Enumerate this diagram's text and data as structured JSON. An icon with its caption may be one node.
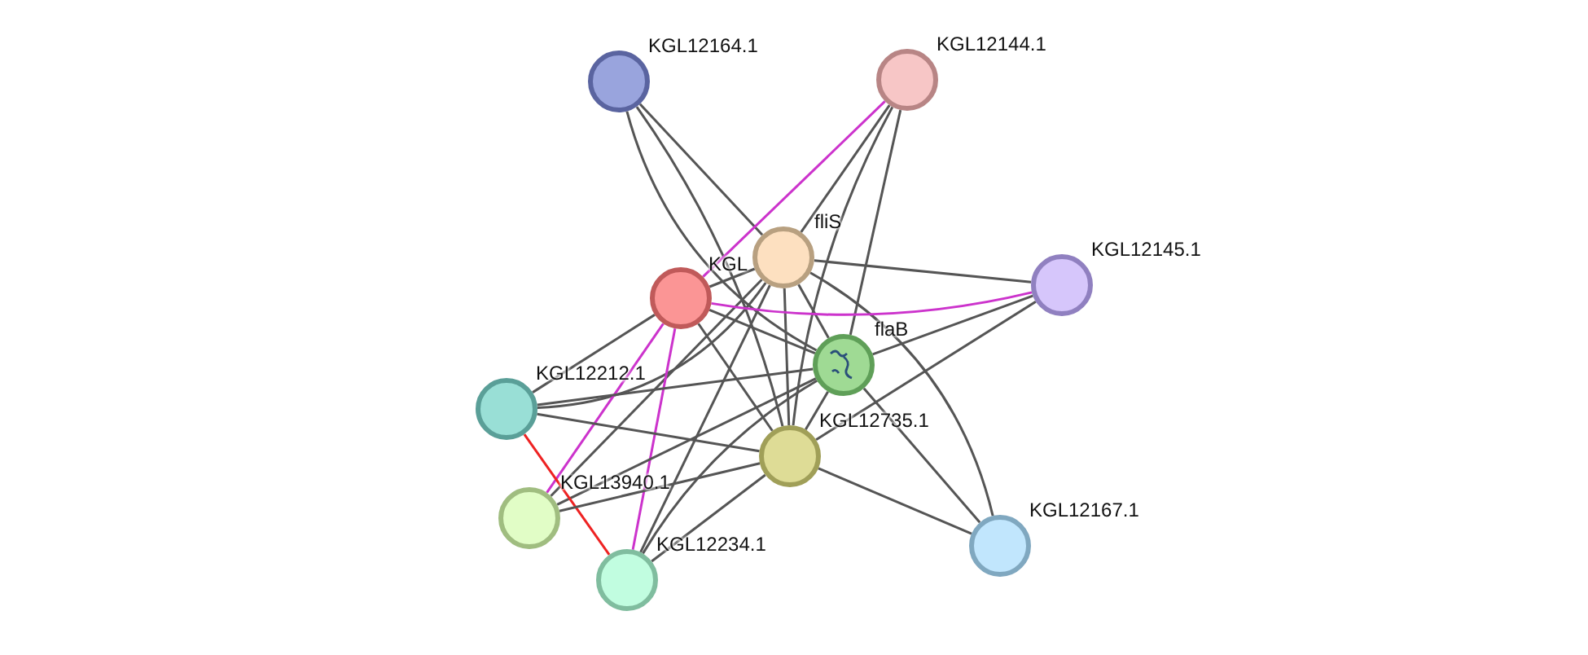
{
  "diagram": {
    "nodes": [
      {
        "text": [
          "KGL12164.1"
        ]
      },
      {
        "text": [
          "KGL12144.1"
        ]
      },
      {
        "text": [
          "fliS"
        ]
      },
      {
        "text": [
          "KGL"
        ]
      },
      {
        "text": [
          "KGL12145.1"
        ]
      },
      {
        "text": [
          "flaB"
        ]
      },
      {
        "text": [
          "KGL12212.1"
        ]
      },
      {
        "text": [
          "KGL12735.1"
        ]
      },
      {
        "text": [
          "KGL13940.1"
        ]
      },
      {
        "text": [
          "KGL12234.1"
        ]
      },
      {
        "text": [
          "KGL12167.1"
        ]
      }
    ],
    "edges": [
      {
        "from": 0,
        "to": 2,
        "arrow": "none"
      },
      {
        "from": 0,
        "to": 5,
        "arrow": "none"
      },
      {
        "from": 0,
        "to": 7,
        "arrow": "none"
      },
      {
        "from": 1,
        "to": 2,
        "arrow": "none"
      },
      {
        "from": 1,
        "to": 3,
        "arrow": "none",
        "color": "#cc33cc"
      },
      {
        "from": 1,
        "to": 5,
        "arrow": "none"
      },
      {
        "from": 1,
        "to": 7,
        "arrow": "none"
      },
      {
        "from": 2,
        "to": 3,
        "arrow": "none"
      },
      {
        "from": 2,
        "to": 4,
        "arrow": "none"
      },
      {
        "from": 2,
        "to": 5,
        "arrow": "none"
      },
      {
        "from": 2,
        "to": 6,
        "arrow": "none"
      },
      {
        "from": 2,
        "to": 7,
        "arrow": "none"
      },
      {
        "from": 2,
        "to": 8,
        "arrow": "none"
      },
      {
        "from": 2,
        "to": 9,
        "arrow": "none"
      },
      {
        "from": 2,
        "to": 10,
        "arrow": "none"
      },
      {
        "from": 3,
        "to": 4,
        "arrow": "none",
        "color": "#cc33cc"
      },
      {
        "from": 3,
        "to": 5,
        "arrow": "none"
      },
      {
        "from": 3,
        "to": 6,
        "arrow": "none"
      },
      {
        "from": 3,
        "to": 7,
        "arrow": "none"
      },
      {
        "from": 3,
        "to": 8,
        "arrow": "none",
        "color": "#cc33cc"
      },
      {
        "from": 3,
        "to": 9,
        "arrow": "none",
        "color": "#cc33cc"
      },
      {
        "from": 4,
        "to": 5,
        "arrow": "none"
      },
      {
        "from": 4,
        "to": 7,
        "arrow": "none"
      },
      {
        "from": 5,
        "to": 6,
        "arrow": "none"
      },
      {
        "from": 5,
        "to": 7,
        "arrow": "none"
      },
      {
        "from": 5,
        "to": 8,
        "arrow": "none"
      },
      {
        "from": 5,
        "to": 9,
        "arrow": "none"
      },
      {
        "from": 5,
        "to": 10,
        "arrow": "none"
      },
      {
        "from": 6,
        "to": 7,
        "arrow": "none"
      },
      {
        "from": 6,
        "to": 9,
        "arrow": "none",
        "color": "#ee2222"
      },
      {
        "from": 7,
        "to": 8,
        "arrow": "none"
      },
      {
        "from": 7,
        "to": 9,
        "arrow": "none"
      },
      {
        "from": 7,
        "to": 10,
        "arrow": "none"
      }
    ]
  }
}
